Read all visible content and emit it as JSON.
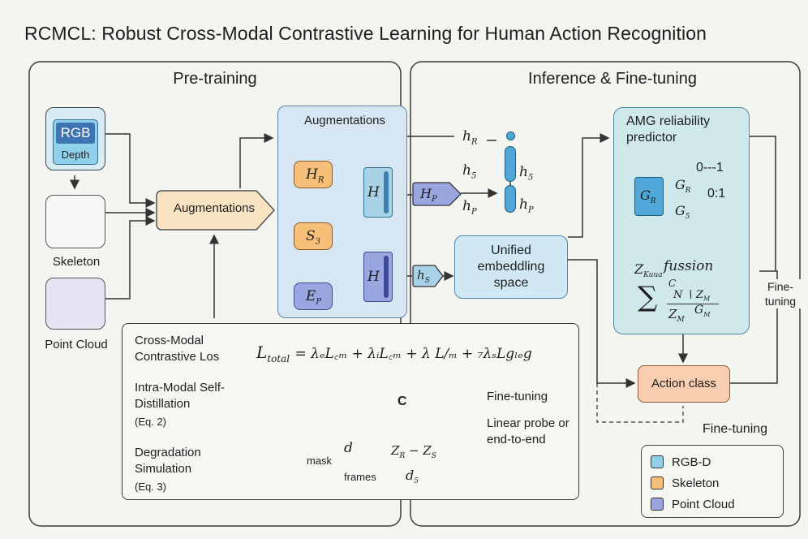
{
  "title": "RCMCL: Robust Cross-Modal Contrastive Learning for Human Action Recognition",
  "pretraining": {
    "title": "Pre-training",
    "inputs": {
      "rgb_label": "RGB",
      "depth_label": "Depth",
      "skeleton_label": "Skeleton",
      "pointcloud_label": "Point Cloud"
    },
    "augment_arrow_label": "Augmentations",
    "aug_panel": {
      "title": "Augmentations",
      "hr": "H",
      "hr_sub": "R",
      "s3": "S",
      "s3_sub": "3",
      "ep": "E",
      "ep_sub": "P",
      "h_top": "H",
      "h_bot": "H",
      "hp": "H",
      "hp_sub": "P",
      "hs": "h",
      "hs_sub": "S"
    },
    "outputs": {
      "hR": "h",
      "hR_sub": "R",
      "h5_left": "h",
      "h5_left_sub": "5",
      "hP_left": "h",
      "hP_left_sub": "P",
      "h5_right": "h",
      "h5_right_sub": "5",
      "hP_right": "h",
      "hP_right_sub": "P"
    },
    "unified": "Unified embeddling space"
  },
  "losses": {
    "cross_modal": "Cross-Modal Contrastive Los",
    "intra_modal": "Intra-Modal Self-Distillation",
    "intra_eq": "(Eq. 2)",
    "degradation": "Degradation Simulation",
    "degradation_eq": "(Eq. 3)",
    "formula_lhs": "L",
    "formula_lhs_sub": "total",
    "formula_rhs": "= λₑL꜀ₘ + λᵢL꜀ₘ + λ L/ₘ + ₇λₛLgₗₑg",
    "c_box": "C",
    "mask": "mask",
    "d_top": "d",
    "frames": "frames",
    "zr_zs": "Z",
    "d5": "d",
    "fine_tuning": "Fine-tuning",
    "linear_probe": "Linear probe or end-to-end"
  },
  "inference": {
    "title": "Inference & Fine-tuning",
    "amg": "AMG reliability predictor",
    "gr": "G",
    "gr_sub": "R",
    "gr2": "G",
    "gr2_sub": "R",
    "g5": "G",
    "g5_sub": "5",
    "range1": "0---1",
    "range2": "0:1",
    "fusion_z": "Z",
    "fusion_z_sub": "Kuua",
    "fusion": "fussion",
    "sum_top": "C",
    "sum_mid": "N ∖ Z",
    "sum_mid_sub": "M",
    "sum_zm": "Z",
    "sum_zm_sub": "M",
    "sum_gm": "G",
    "sum_gm_sub": "M",
    "fine_tuning_side": "Fine-tuning",
    "action_class": "Action class",
    "fine_tuning_bottom": "Fine-tuning"
  },
  "legend": {
    "items": [
      {
        "label": "RGB-D",
        "color": "#8fd0ea"
      },
      {
        "label": "Skeleton",
        "color": "#f7c07a"
      },
      {
        "label": "Point Cloud",
        "color": "#9aa6df"
      }
    ]
  }
}
